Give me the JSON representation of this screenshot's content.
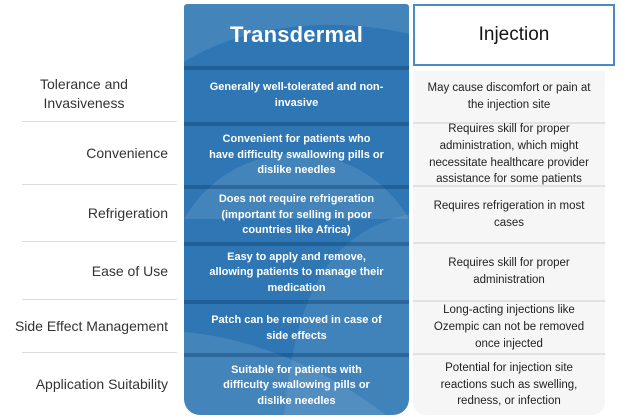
{
  "table": {
    "columns": [
      {
        "header": "Transdermal"
      },
      {
        "header": "Injection"
      }
    ],
    "rows": [
      {
        "label": "Tolerance and Invasiveness",
        "transdermal": "Generally well-tolerated and non-invasive",
        "injection": "May cause discomfort or pain at the injection site"
      },
      {
        "label": "Convenience",
        "transdermal": "Convenient for patients who have difficulty swallowing pills or dislike needles",
        "injection": "Requires skill for proper administration, which might necessitate healthcare provider assistance for some patients"
      },
      {
        "label": "Refrigeration",
        "transdermal": "Does not require refrigeration (important for selling in poor countries like Africa)",
        "injection": "Requires refrigeration in most cases"
      },
      {
        "label": "Ease of Use",
        "transdermal": "Easy to apply and remove, allowing patients to manage their medication",
        "injection": "Requires skill for proper administration"
      },
      {
        "label": "Side Effect Management",
        "transdermal": "Patch can be removed in case of side effects",
        "injection": "Long-acting injections like Ozempic can not be removed once injected"
      },
      {
        "label": "Application Suitability",
        "transdermal": "Suitable for patients with difficulty swallowing pills or dislike needles",
        "injection": "Potential for injection site reactions such as swelling, redness, or infection"
      }
    ]
  },
  "colors": {
    "transdermal_column_blue": "#2e76b4",
    "transdermal_separator_blue": "#1e5f98",
    "injection_header_border_blue": "#4a8bc4",
    "injection_cell_gray": "#f6f6f7",
    "label_text": "#333333",
    "label_separator": "#dcdcdc"
  },
  "chart_data": {
    "type": "table",
    "title": "",
    "columns": [
      "",
      "Transdermal",
      "Injection"
    ],
    "rows": [
      [
        "Tolerance and Invasiveness",
        "Generally well-tolerated and non-invasive",
        "May cause discomfort or pain at the injection site"
      ],
      [
        "Convenience",
        "Convenient for patients who have difficulty swallowing pills or dislike needles",
        "Requires skill for proper administration, which might necessitate healthcare provider assistance for some patients"
      ],
      [
        "Refrigeration",
        "Does not require refrigeration (important for selling in poor countries like Africa)",
        "Requires refrigeration in most cases"
      ],
      [
        "Ease of Use",
        "Easy to apply and remove, allowing patients to manage their medication",
        "Requires skill for proper administration"
      ],
      [
        "Side Effect Management",
        "Patch can be removed in case of side effects",
        "Long-acting injections like Ozempic can not be removed once injected"
      ],
      [
        "Application Suitability",
        "Suitable for patients with difficulty swallowing pills or dislike needles",
        "Potential for injection site reactions such as swelling, redness, or infection"
      ]
    ],
    "layout_hints": {
      "highlighted_column": "Transdermal",
      "highlight_color": "#2e76b4",
      "row_labels_alignment": "right",
      "cell_text_alignment": "center"
    }
  }
}
